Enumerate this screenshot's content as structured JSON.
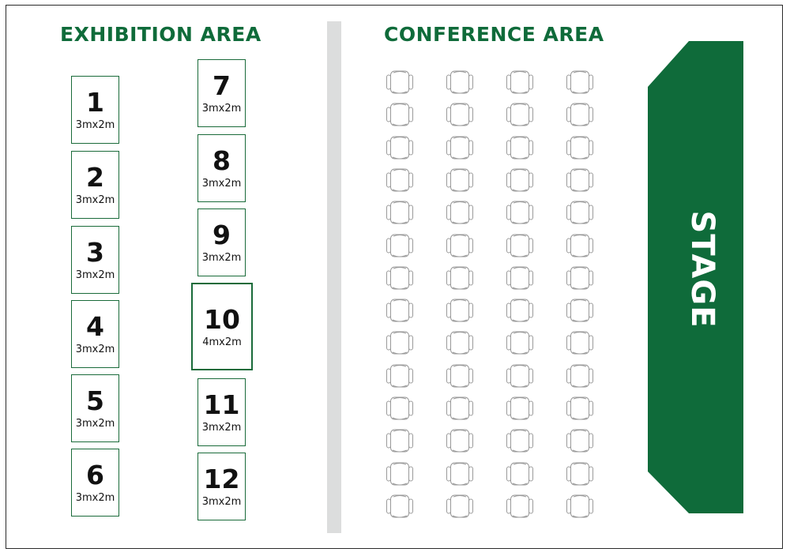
{
  "exhibition": {
    "title": "EXHIBITION AREA",
    "booths": [
      {
        "number": "1",
        "size": "3mx2m"
      },
      {
        "number": "2",
        "size": "3mx2m"
      },
      {
        "number": "3",
        "size": "3mx2m"
      },
      {
        "number": "4",
        "size": "3mx2m"
      },
      {
        "number": "5",
        "size": "3mx2m"
      },
      {
        "number": "6",
        "size": "3mx2m"
      },
      {
        "number": "7",
        "size": "3mx2m"
      },
      {
        "number": "8",
        "size": "3mx2m"
      },
      {
        "number": "9",
        "size": "3mx2m"
      },
      {
        "number": "10",
        "size": "4mx2m"
      },
      {
        "number": "11",
        "size": "3mx2m"
      },
      {
        "number": "12",
        "size": "3mx2m"
      }
    ]
  },
  "conference": {
    "title": "CONFERENCE AREA",
    "seat_columns": 4,
    "seat_rows": 14
  },
  "stage": {
    "label": "STAGE"
  },
  "colors": {
    "accent_green": "#0f6b3a",
    "booth_border": "#1a6b3a",
    "divider_gray": "#dcdddd",
    "chair_stroke": "#9a9a9a"
  }
}
